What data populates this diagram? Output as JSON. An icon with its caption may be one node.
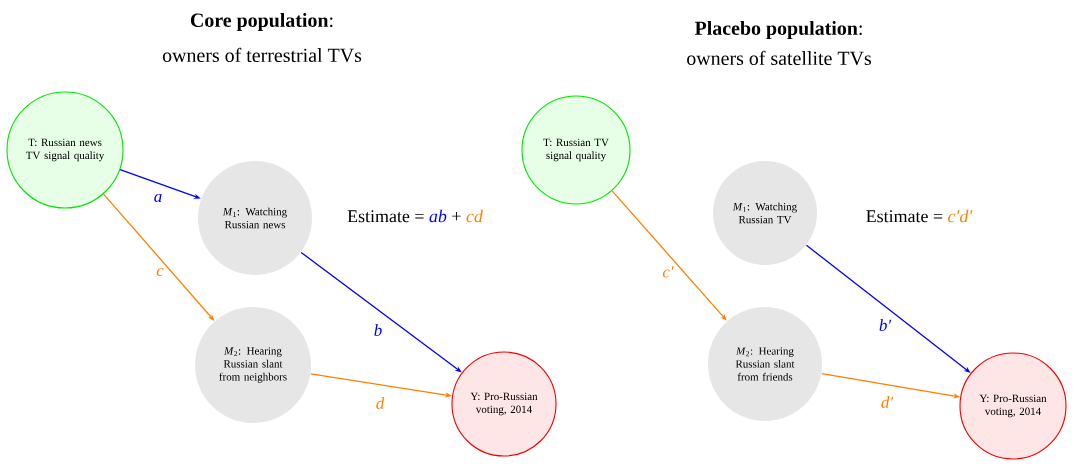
{
  "diagram": {
    "nodes": [
      {
        "text": [
          "T: Russian news TV signal quality"
        ]
      },
      {
        "text": [
          "*M*$_{1}$: Watching Russian news"
        ]
      },
      {
        "text": [
          "*M*$_{2}$: Hearing Russian slant from neighbors"
        ]
      },
      {
        "text": [
          "Y: Pro-Russian voting, 2014"
        ]
      },
      {
        "text": [
          "T: Russian TV signal quality"
        ]
      },
      {
        "text": [
          "*M*$_{1}$: Watching Russian TV"
        ]
      },
      {
        "text": [
          "*M*$_{2}$: Hearing Russian slant from friends"
        ]
      },
      {
        "text": [
          "Y: Pro-Russian voting, 2014"
        ]
      }
    ],
    "edges": [
      {
        "from": 0,
        "to": 1,
        "arrow": "to",
        "label": "a",
        "color": "#0000ff"
      },
      {
        "from": 0,
        "to": 2,
        "arrow": "to",
        "label": "c",
        "color": "#ff8000"
      },
      {
        "from": 1,
        "to": 3,
        "arrow": "to",
        "label": "b",
        "color": "#0000ff"
      },
      {
        "from": 2,
        "to": 3,
        "arrow": "to",
        "label": "d",
        "color": "#ff8000"
      },
      {
        "from": 4,
        "to": 6,
        "arrow": "to",
        "label": "c′",
        "color": "#ff8000"
      },
      {
        "from": 5,
        "to": 7,
        "arrow": "to",
        "label": "b′",
        "color": "#0000ff"
      },
      {
        "from": 6,
        "to": 7,
        "arrow": "to",
        "label": "d′",
        "color": "#ff8000"
      }
    ],
    "labels": [
      "**Core population**:",
      "owners of terrestrial TVs",
      "**Placebo population**:",
      "owners of satellite TVs",
      "Estimate =",
      "ab",
      "+",
      "cd",
      "Estimate =",
      "c′d′"
    ]
  }
}
